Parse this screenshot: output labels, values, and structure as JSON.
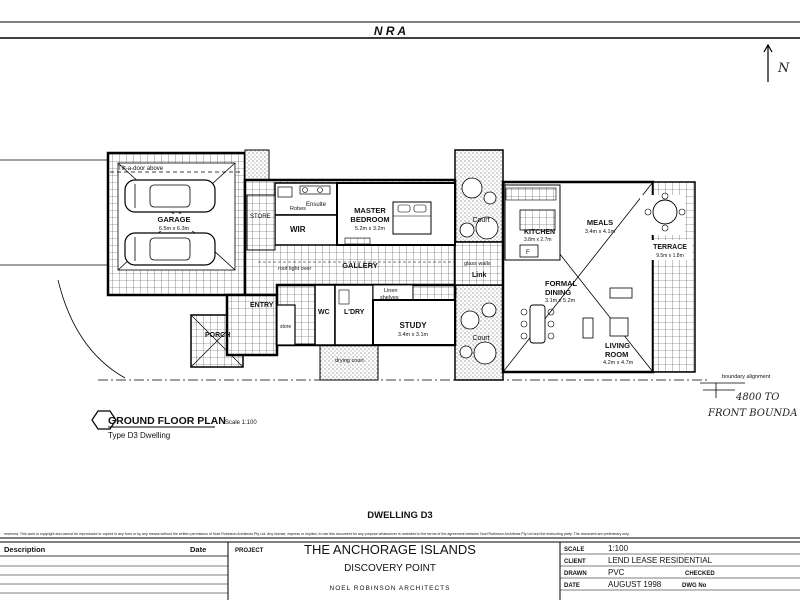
{
  "header": {
    "nra": "N    R    A"
  },
  "north": "N",
  "rooms": {
    "tilt_door": "Tilt-a-door above",
    "garage": "GARAGE",
    "garage_dim": "6.5m x 6.3m",
    "store": "STORE",
    "roof_light": "roof light over",
    "robes": "Robes",
    "ensuite": "Ensuite",
    "wir": "WIR",
    "master": "MASTER",
    "bedroom": "BEDROOM",
    "master_dim": "5.2m x 3.2m",
    "gallery": "GALLERY",
    "entry": "ENTRY",
    "porch": "PORCH",
    "store2": "store",
    "wc": "WC",
    "ldry": "L'DRY",
    "linen": "Linen",
    "shelves": "shelves",
    "study": "STUDY",
    "study_dim": "3.4m x 3.1m",
    "drying": "drying court",
    "court1": "Court",
    "court2": "Court",
    "glass_walls": "glass walls",
    "link": "Link",
    "kitchen": "KITCHEN",
    "kitchen_dim": "3.8m x 2.7m",
    "meals": "MEALS",
    "meals_dim": "3.4m x 4.1m",
    "terrace": "TERRACE",
    "terrace_dim": "9.5m x 1.8m",
    "formal": "FORMAL",
    "dining": "DINING",
    "dining_dim": "3.1m x 5.2m",
    "living": "LIVING",
    "room": "ROOM",
    "living_dim": "4.2m x 4.7m",
    "boundary": "boundary alignment",
    "fridge": "F"
  },
  "handwriting": {
    "line1": "4800 TO",
    "line2": "FRONT BOUNDA"
  },
  "plan_title": "GROUND FLOOR PLAN",
  "scale_note": "Scale 1:100",
  "plan_subtitle": "Type D3 Dwelling",
  "dwelling": "DWELLING D3",
  "copyright": "reserved. This work is copyright and cannot be reproduced or copied in any form or by any means without the written permission of Noel Robinson Architects Pty Ltd. Any license, express or implied, to use this document for any purpose whatsoever is restricted to the terms of the agreement between Noel Robinson Architects Pty Ltd and the instructing party. The document are preliminary only.",
  "titleblock": {
    "description": "Description",
    "date": "Date",
    "project": "PROJECT",
    "project_name": "THE ANCHORAGE ISLANDS",
    "project_sub": "DISCOVERY POINT",
    "architect": "NOEL ROBINSON ARCHITECTS",
    "scale_label": "SCALE",
    "scale_value": "1:100",
    "client_label": "CLIENT",
    "client_value": "LEND LEASE RESIDENTIAL",
    "drawn_label": "DRAWN",
    "drawn_value": "PVC",
    "checked_label": "CHECKED",
    "date_label": "DATE",
    "date_value": "AUGUST 1998",
    "dwg_label": "DWG No"
  }
}
